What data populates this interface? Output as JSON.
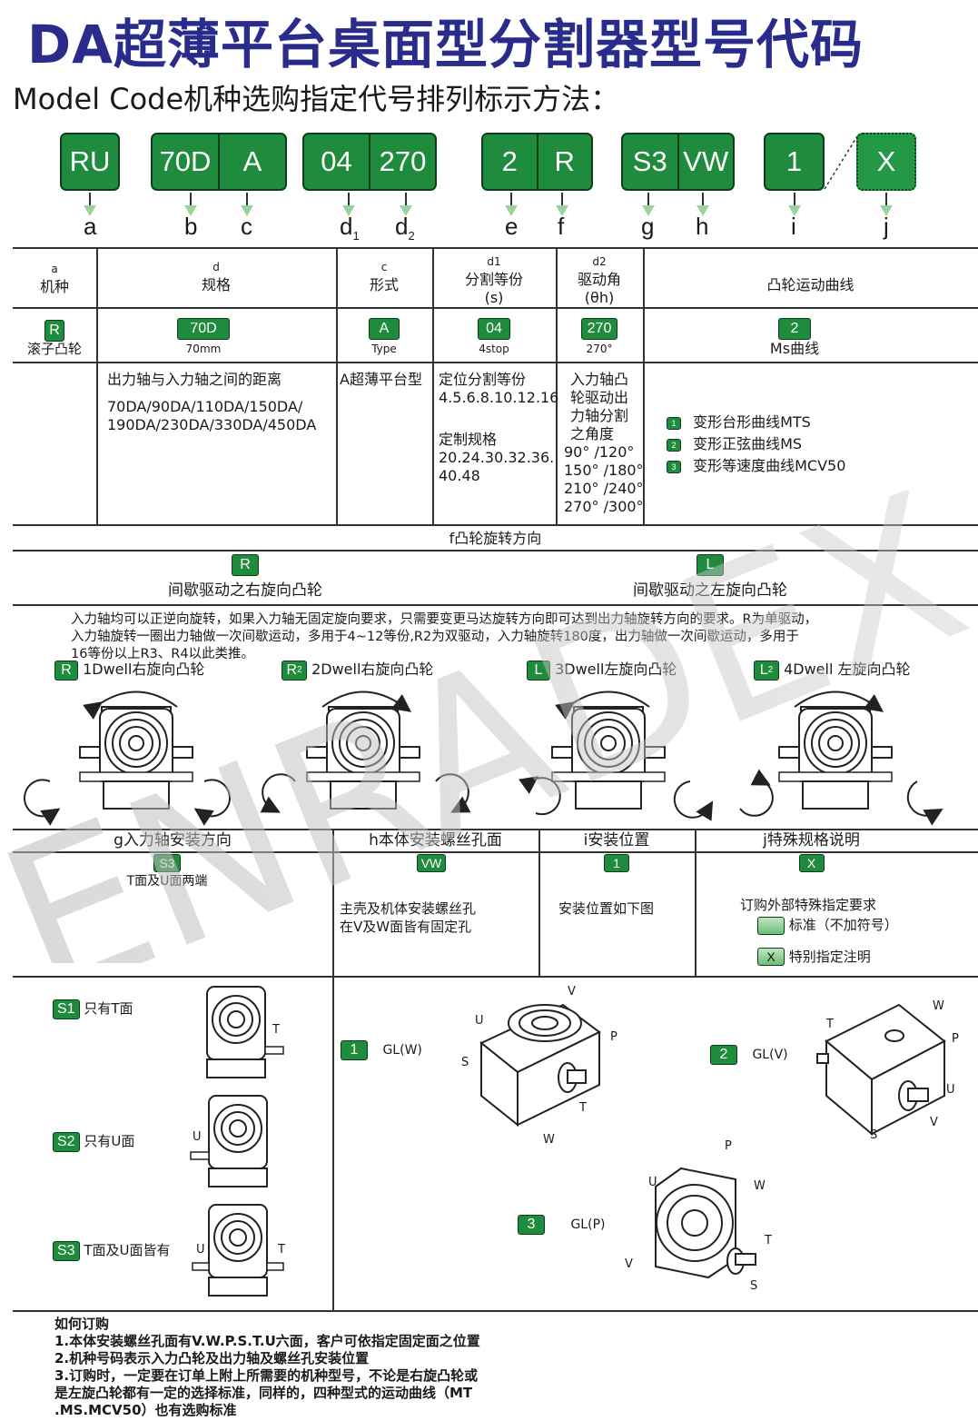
{
  "title": "DA超薄平台桌面型分割器型号代码",
  "subtitle": "Model Code机种选购指定代号排列标示方法：",
  "code_boxes": [
    {
      "segs": [
        "RU"
      ]
    },
    {
      "segs": [
        "70D",
        "A"
      ]
    },
    {
      "segs": [
        "04",
        "270"
      ]
    },
    {
      "segs": [
        "2",
        "R"
      ]
    },
    {
      "segs": [
        "S3",
        "VW"
      ]
    },
    {
      "segs": [
        "1"
      ]
    },
    {
      "segs": [
        "X"
      ]
    }
  ],
  "letters": [
    "a",
    "b",
    "c",
    "d",
    "d",
    "e",
    "f",
    "g",
    "h",
    "i",
    "j"
  ],
  "subscripts": [
    "1",
    "2"
  ],
  "table": {
    "headers": [
      {
        "key": "a",
        "label": "机种"
      },
      {
        "key": "d",
        "label": "规格"
      },
      {
        "key": "c",
        "label": "形式"
      },
      {
        "key": "d1",
        "label": "分割等份",
        "extra": "(s)"
      },
      {
        "key": "d2",
        "label": "驱动角",
        "extra": "(θh)"
      },
      {
        "key": "",
        "label": "凸轮运动曲线"
      }
    ],
    "badges": [
      {
        "code": "R",
        "note": "滚子凸轮"
      },
      {
        "code": "70D",
        "note": "70mm"
      },
      {
        "code": "A",
        "note": "Type"
      },
      {
        "code": "04",
        "note": "4stop"
      },
      {
        "code": "270",
        "note": "270°"
      },
      {
        "code": "2",
        "note": "Ms曲线"
      }
    ],
    "spec_desc": "出力轴与入力轴之间的距离",
    "spec_list1": "70DA/90DA/110DA/150DA/",
    "spec_list2": "190DA/230DA/330DA/450DA",
    "form_desc": "A超薄平台型",
    "div_desc1": "定位分割等份",
    "div_desc2": "4.5.6.8.10.12.16",
    "div_custom1": "定制规格",
    "div_custom2": "20.24.30.32.36.",
    "div_custom3": "40.48",
    "angle_lines": [
      "入力轴凸",
      "轮驱动出",
      "力轴分割",
      "之角度",
      "90°  /120°",
      "150°  /180°",
      "210°  /240°",
      "270°  /300°"
    ],
    "curves": [
      {
        "code": "1",
        "label": "变形台形曲线MTS"
      },
      {
        "code": "2",
        "label": "变形正弦曲线MS"
      },
      {
        "code": "3",
        "label": "变形等速度曲线MCV50"
      }
    ]
  },
  "rotation": {
    "header": "f凸轮旋转方向",
    "right": {
      "code": "R",
      "label": "间歇驱动之右旋向凸轮"
    },
    "left": {
      "code": "L",
      "label": "间歇驱动之左旋向凸轮"
    },
    "para1": "入力轴均可以正逆向旋转，如果入力轴无固定旋向要求，只需要变更马达旋转方向即可达到出力轴旋转方向的要求。R为单驱动，",
    "para2": "入力轴旋转一圈出力轴做一次间歇运动，多用于4~12等份,R2为双驱动，入力轴旋转180度，出力轴做一次间歇运动，多用于",
    "para3": "16等份以上R3、R4以此类推。",
    "dwell": [
      {
        "code": "R",
        "sub": "",
        "label": "1Dwell右旋向凸轮"
      },
      {
        "code": "R",
        "sub": "2",
        "label": "2Dwell右旋向凸轮"
      },
      {
        "code": "L",
        "sub": "",
        "label": "3Dwell左旋向凸轮"
      },
      {
        "code": "L",
        "sub": "2",
        "label": "4Dwell 左旋向凸轮"
      }
    ]
  },
  "install": {
    "g_header": "g入力轴安装方向",
    "h_header": "h本体安装螺丝孔面",
    "i_header": "i安装位置",
    "j_header": "j特殊规格说明",
    "g_code": "S3",
    "g_desc": "T面及U面两端",
    "h_code": "VW",
    "h_desc1": "主壳及机体安装螺丝孔",
    "h_desc2": "在V及W面皆有固定孔",
    "i_code": "1",
    "i_desc": "安装位置如下图",
    "j_code": "X",
    "j_desc": "订购外部特殊指定要求",
    "j_std": "标准（不加符号）",
    "j_special_code": "X",
    "j_special": "特别指定注明"
  },
  "shaft_options": [
    {
      "code": "S1",
      "label": "只有T面",
      "side": "T"
    },
    {
      "code": "S2",
      "label": "只有U面",
      "side": "U"
    },
    {
      "code": "S3",
      "label": "T面及U面皆有",
      "side1": "U",
      "side2": "T"
    }
  ],
  "positions": [
    {
      "code": "1",
      "label": "GL(W)"
    },
    {
      "code": "2",
      "label": "GL(V)"
    },
    {
      "code": "3",
      "label": "GL(P)"
    }
  ],
  "face_letters": {
    "V": "V",
    "U": "U",
    "P": "P",
    "S": "S",
    "T": "T",
    "W": "W"
  },
  "order": {
    "title": "如何订购",
    "lines": [
      "1.本体安装螺丝孔面有V.W.P.S.T.U六面，客户可依指定固定面之位置",
      "2.机种号码表示入力凸轮及出力轴及螺丝孔安装位置",
      "3.订购时，一定要在订单上附上所需要的机种型号，不论是右旋凸轮或",
      "是左旋凸轮都有一定的选择标准，同样的，四种型式的运动曲线（MT",
      ".MS.MCV50）也有选购标准"
    ]
  },
  "watermark": "ENRADEX",
  "colors": {
    "green": "#1e8c3c",
    "title_blue": "#2a2c8c"
  }
}
